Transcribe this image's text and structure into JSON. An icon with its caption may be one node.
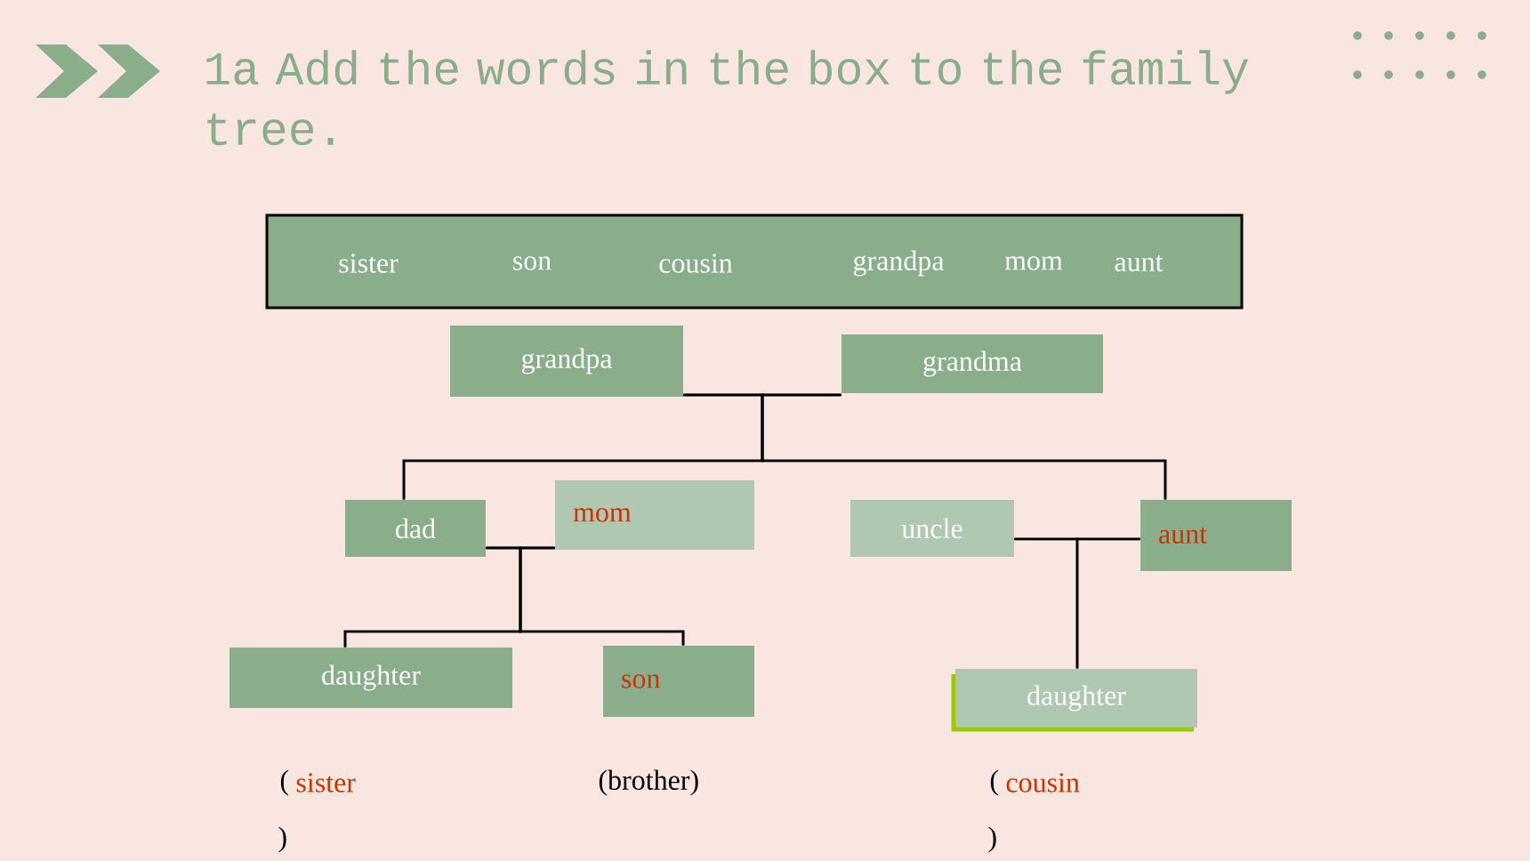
{
  "diagram": {
    "title": "1a Add the words in the box to the family tree.",
    "nodes": [
      {
        "text": [
          "sister",
          "son",
          "cousin",
          "grandpa",
          "mom",
          "aunt"
        ]
      },
      {
        "text": [
          "grandpa"
        ]
      },
      {
        "text": [
          "grandma"
        ]
      },
      {
        "text": [
          "dad"
        ]
      },
      {
        "text": [
          "mom"
        ]
      },
      {
        "text": [
          "uncle"
        ]
      },
      {
        "text": [
          "aunt"
        ]
      },
      {
        "text": [
          "daughter"
        ]
      },
      {
        "text": [
          "son"
        ]
      },
      {
        "text": [
          "daughter"
        ]
      }
    ],
    "edges": [
      {
        "from": 1,
        "to": 2,
        "arrow": "none"
      },
      {
        "from": 1,
        "to": 3,
        "arrow": "none"
      },
      {
        "from": 2,
        "to": 3,
        "arrow": "none"
      },
      {
        "from": 1,
        "to": 6,
        "arrow": "none"
      },
      {
        "from": 2,
        "to": 6,
        "arrow": "none"
      },
      {
        "from": 3,
        "to": 4,
        "arrow": "none"
      },
      {
        "from": 3,
        "to": 7,
        "arrow": "none"
      },
      {
        "from": 4,
        "to": 7,
        "arrow": "none"
      },
      {
        "from": 3,
        "to": 8,
        "arrow": "none"
      },
      {
        "from": 4,
        "to": 8,
        "arrow": "none"
      },
      {
        "from": 5,
        "to": 6,
        "arrow": "none"
      },
      {
        "from": 5,
        "to": 9,
        "arrow": "none"
      },
      {
        "from": 6,
        "to": 9,
        "arrow": "none"
      }
    ],
    "labels": [
      "(",
      "sister",
      ")",
      "(brother)",
      "(",
      "cousin",
      ")"
    ]
  }
}
